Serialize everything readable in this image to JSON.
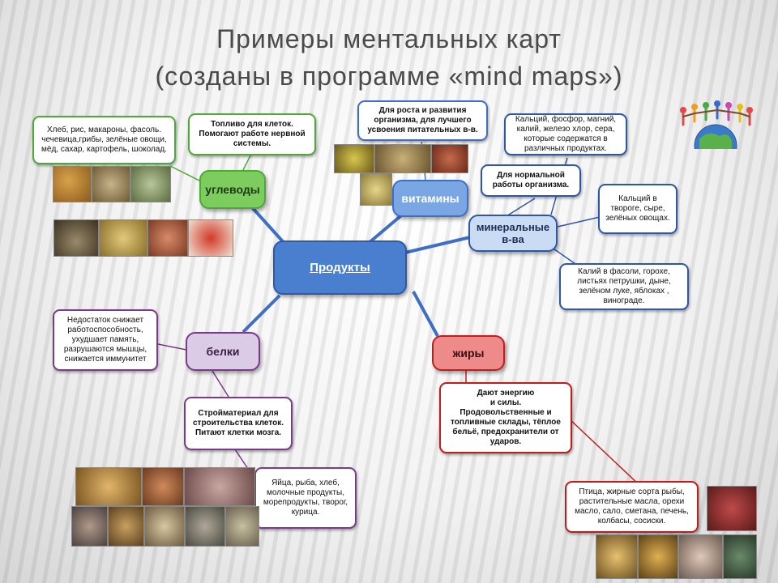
{
  "title": {
    "line1": "Примеры ментальных карт",
    "line2": "(созданы в программе «mind maps»)"
  },
  "center": {
    "label": "Продукты"
  },
  "branches": {
    "carbs": {
      "label": "углеводы",
      "examples": "Хлеб, рис, макароны, фасоль.\nчечевица,грибы, зелёные овощи,\nмёд, сахар, картофель, шоколад.",
      "role": "Топливо для клеток.\nПомогают работе нервной\nсистемы."
    },
    "vitamins": {
      "label": "витамины",
      "role": "Для роста и развития\nорганизма, для лучшего\nусвоения питательных в-в."
    },
    "minerals": {
      "label": "минеральные\nв-ва",
      "list": "Кальций, фосфор, магний,\nкалий, железо хлор, сера,\nкоторые содержатся в\nразличных продуктах.",
      "role": "Для нормальной\nработы организма.",
      "calcium": "Кальций в\nтвороге, сыре,\nзелёных овощах.",
      "potassium": "Калий в фасоли, горохе,\nлистьях петрушки, дыне,\nзелёном луке, яблоках ,\nвинограде."
    },
    "proteins": {
      "label": "белки",
      "deficit": "Недостаток снижает\nработоспособность,\nухудшает память,\nразрушаются мышцы,\nснижается иммунитет",
      "role": "Стройматериал для\nстроительства клеток.\nПитают клетки мозга.",
      "sources": "Яйца, рыба, хлеб,\nмолочные продукты,\nморепродукты, творог,\nкурица."
    },
    "fats": {
      "label": "жиры",
      "role": "Дают энергию\nи силы.\nПродовольственные и\nтопливные склады, тёплое\nбельё, предохранители от\nударов.",
      "sources": "Птица, жирные сорта рыбы,\nрастительные масла, орехи\nмасло, сало, сметана, печень,\nколбасы, сосиски."
    }
  },
  "colors": {
    "center": "#4a7fd0",
    "carbs": "#7ccc5e",
    "vitamins": "#7aa7e4",
    "minerals": "#c9dcf3",
    "proteins": "#dccbe6",
    "fats": "#ee8a8a",
    "link_blue": "#3f6fc4",
    "carbs_border": "#4ea83a",
    "minerals_border": "#2f57a8",
    "proteins_border": "#7b3a8a",
    "fats_border": "#c21d1d"
  },
  "icons": [
    "children-globe-logo"
  ]
}
